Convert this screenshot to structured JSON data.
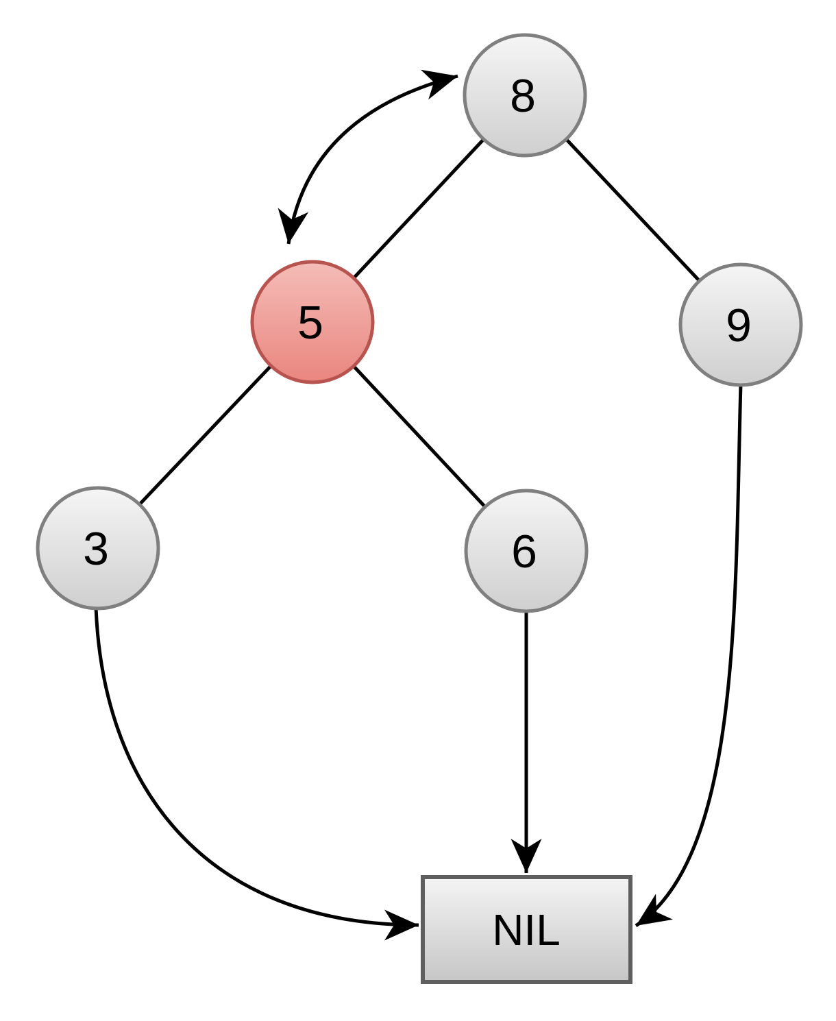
{
  "diagram": {
    "kind": "binary-tree-with-nil-sentinel",
    "nodes": [
      {
        "id": "n8",
        "label": "8",
        "highlighted": false
      },
      {
        "id": "n5",
        "label": "5",
        "highlighted": true
      },
      {
        "id": "n9",
        "label": "9",
        "highlighted": false
      },
      {
        "id": "n3",
        "label": "3",
        "highlighted": false
      },
      {
        "id": "n6",
        "label": "6",
        "highlighted": false
      }
    ],
    "nil": {
      "label": "NIL"
    },
    "edges": [
      {
        "from": "8",
        "to": "5",
        "style": "plain-line"
      },
      {
        "from": "8",
        "to": "9",
        "style": "plain-line"
      },
      {
        "from": "5",
        "to": "3",
        "style": "plain-line"
      },
      {
        "from": "5",
        "to": "6",
        "style": "plain-line"
      },
      {
        "from": "6",
        "to": "NIL",
        "style": "arrow"
      },
      {
        "from": "3",
        "to": "NIL",
        "style": "curved-arrow"
      },
      {
        "from": "9",
        "to": "NIL",
        "style": "curved-arrow"
      },
      {
        "from": "5",
        "to": "8",
        "style": "double-headed-curved-arrow"
      }
    ],
    "colors": {
      "background": "#ffffff",
      "edge": "#000000",
      "label": "#000000",
      "node_fill_top": "#f5f5f5",
      "node_fill_bottom": "#cfcfcf",
      "node_border": "#7f7f7f",
      "highlight_fill_top": "#f5bcb7",
      "highlight_fill_bottom": "#e9867f",
      "highlight_border": "#b85450",
      "nil_fill_top": "#f4f4f4",
      "nil_fill_bottom": "#c6c6c6",
      "nil_border": "#5f5f5f"
    }
  }
}
